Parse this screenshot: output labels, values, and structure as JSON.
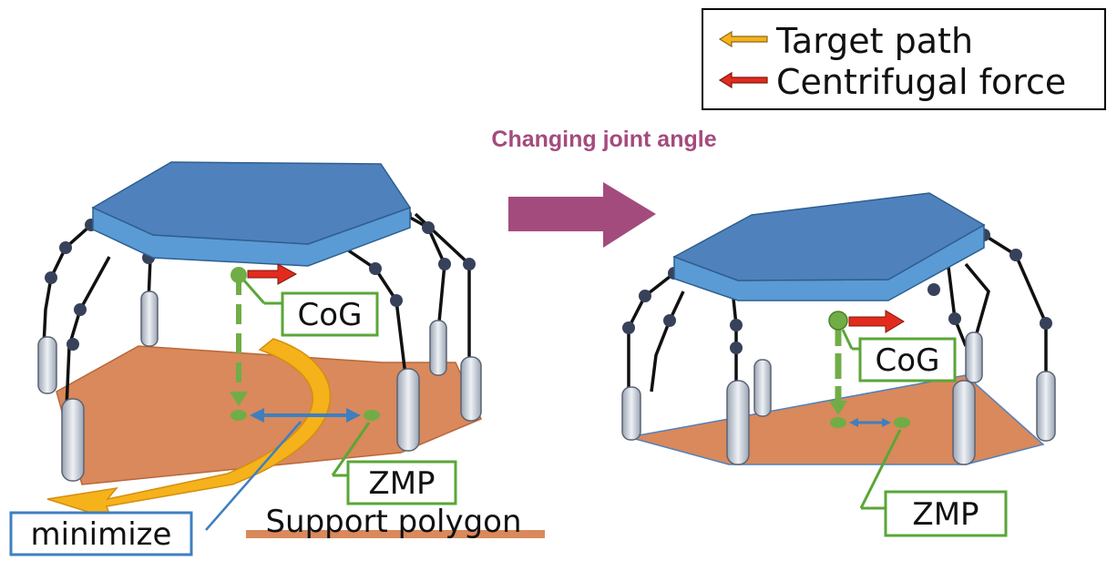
{
  "legend": {
    "target_path": "Target path",
    "centrifugal_force": "Centrifugal force"
  },
  "transition_label": "Changing joint angle",
  "left_robot": {
    "cog_label": "CoG",
    "zmp_label": "ZMP",
    "minimize_label": "minimize",
    "support_polygon_label": "Support polygon"
  },
  "right_robot": {
    "cog_label": "CoG",
    "zmp_label": "ZMP"
  },
  "colors": {
    "body_top": "#4f81bd",
    "body_side": "#5a9bd5",
    "support_polygon": "#d9895b",
    "target_path": "#f5b21b",
    "centrifugal_force": "#e32b1d",
    "cog_zmp": "#70ad47",
    "label_box_green": "#5aa637",
    "label_box_blue": "#3f7fbf",
    "transition_arrow": "#a44b7d",
    "joint": "#37415a"
  }
}
